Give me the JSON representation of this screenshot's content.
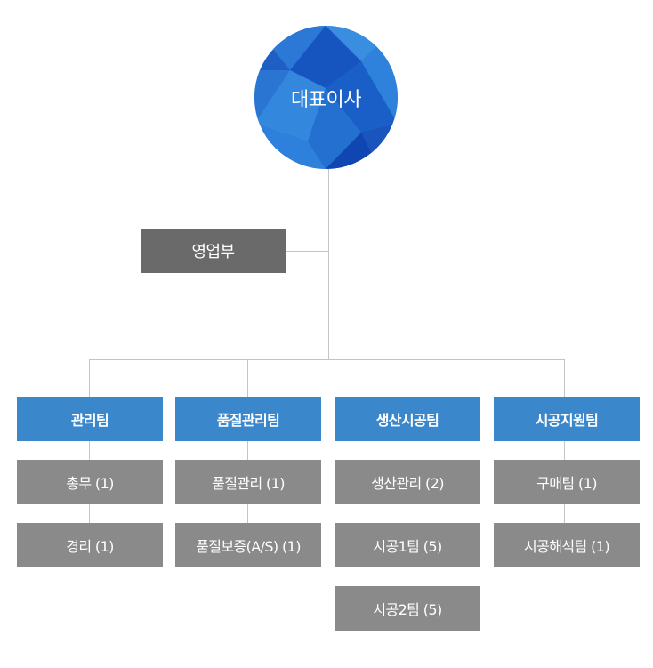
{
  "ceo": {
    "label": "대표이사"
  },
  "sales": {
    "label": "영업부"
  },
  "teams": [
    {
      "name": "관리팀",
      "subs": [
        "총무 (1)",
        "경리 (1)"
      ]
    },
    {
      "name": "품질관리팀",
      "subs": [
        "품질관리 (1)",
        "품질보증(A/S) (1)"
      ]
    },
    {
      "name": "생산시공팀",
      "subs": [
        "생산관리 (2)",
        "시공1팀 (5)",
        "시공2팀 (5)"
      ]
    },
    {
      "name": "시공지원팀",
      "subs": [
        "구매팀 (1)",
        "시공해석팀 (1)"
      ]
    }
  ],
  "colors": {
    "team": "#3a87cc",
    "sub": "#8a8a8a",
    "sales": "#6a6a6a",
    "ceo": "#1f5fc4",
    "line": "#c4c4c4"
  }
}
